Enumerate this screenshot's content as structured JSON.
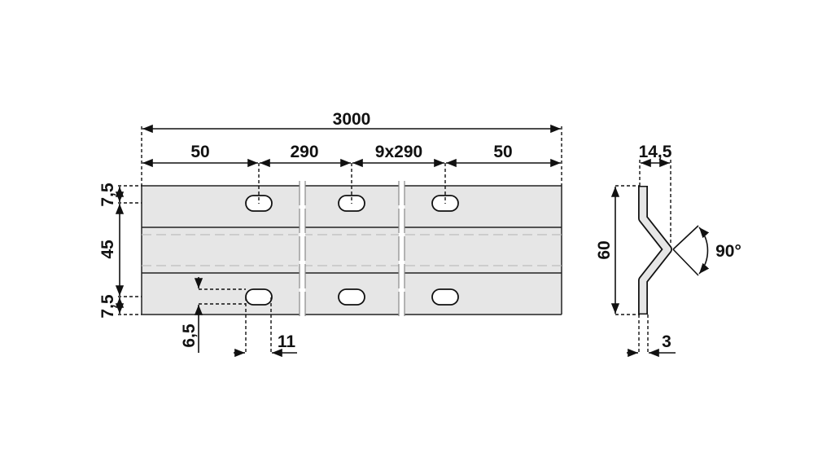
{
  "drawing": {
    "front_view": {
      "overall_length": "3000",
      "end_offset_left": "50",
      "pitch": "290",
      "pitch_repeat": "9x290",
      "end_offset_right": "50",
      "edge_to_slot_top": "7,5",
      "slot_row_spacing": "45",
      "edge_to_slot_bottom": "7,5",
      "slot_height": "6,5",
      "slot_length": "11"
    },
    "profile_view": {
      "depth": "14,5",
      "height": "60",
      "thickness": "3",
      "angle": "90°"
    },
    "colors": {
      "plate_fill": "#e6e6e6",
      "line": "#111111"
    }
  }
}
